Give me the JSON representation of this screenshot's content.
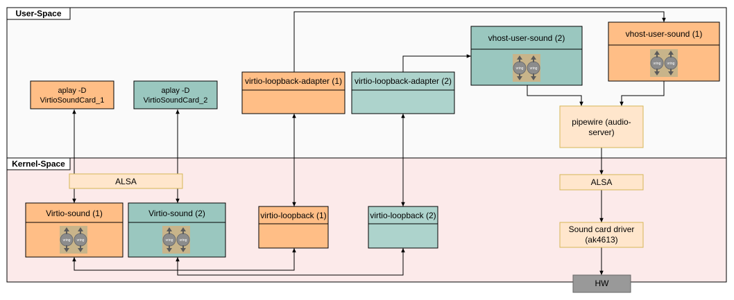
{
  "regions": {
    "user_space": "User-Space",
    "kernel_space": "Kernel-Space"
  },
  "nodes": {
    "aplay1": [
      "aplay -D",
      "VirtioSoundCard_1"
    ],
    "aplay2": [
      "aplay -D",
      "VirtioSoundCard_2"
    ],
    "adapter1": "virtio-loopback-adapter (1)",
    "adapter2": "virtio-loopback-adapter (2)",
    "vhost2": "vhost-user-sound (2)",
    "vhost1": "vhost-user-sound (1)",
    "pipewire": [
      "pipewire (audio-",
      "server)"
    ],
    "alsa_left": "ALSA",
    "alsa_right": "ALSA",
    "vsound1": "Virtio-sound (1)",
    "vsound2": "Virtio-sound (2)",
    "vloop1": "virtio-loopback (1)",
    "vloop2": "virtio-loopback (2)",
    "driver": [
      "Sound card driver",
      "(ak4613)"
    ],
    "hw": "HW",
    "vring": "vring"
  },
  "colors": {
    "orange_fill": "#FFBE86",
    "teal_fill": "#9AC7BF",
    "teal_light_fill": "#ADD3CC",
    "cream_fill": "#FFE6CC",
    "cream_stroke": "#D6B656",
    "user_space_bg": "#FAFAFA",
    "kernel_space_bg": "#FCEAEA",
    "hw_fill": "#999999",
    "hw_stroke": "#666666"
  }
}
